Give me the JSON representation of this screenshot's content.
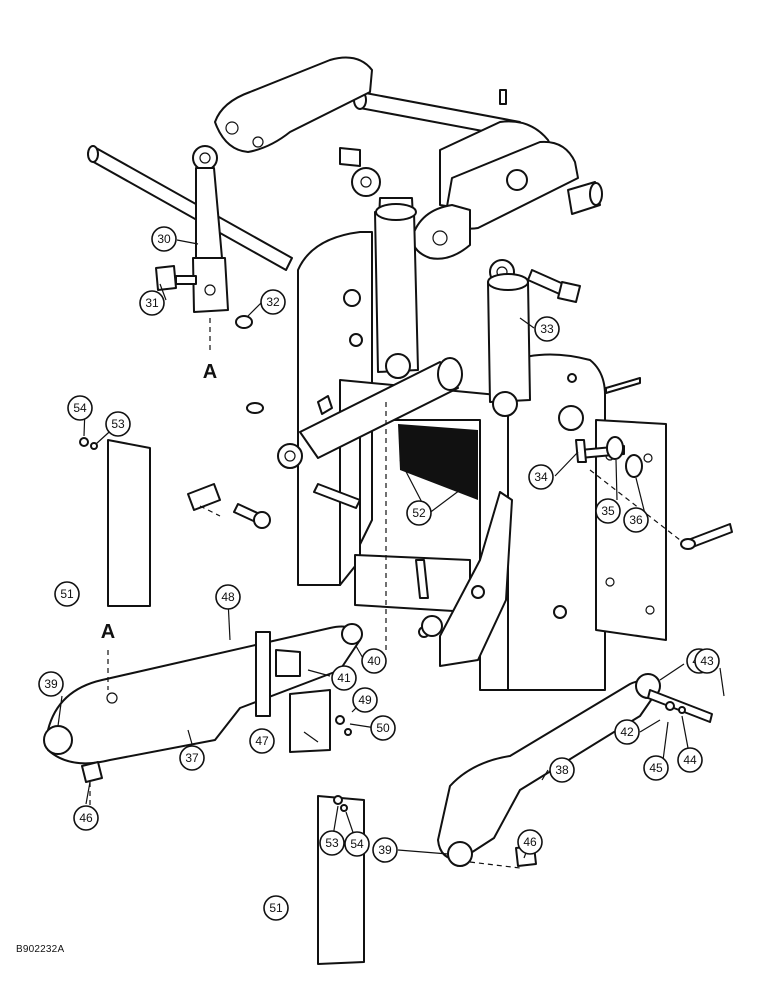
{
  "drawing_code": "B902232A",
  "view_marks": [
    "A",
    "A"
  ],
  "callouts": [
    "30",
    "31",
    "32",
    "33",
    "34",
    "35",
    "36",
    "37",
    "38",
    "39",
    "39",
    "40",
    "40",
    "41",
    "42",
    "43",
    "44",
    "45",
    "46",
    "46",
    "47",
    "48",
    "49",
    "50",
    "51",
    "51",
    "52",
    "53",
    "53",
    "54",
    "54"
  ]
}
